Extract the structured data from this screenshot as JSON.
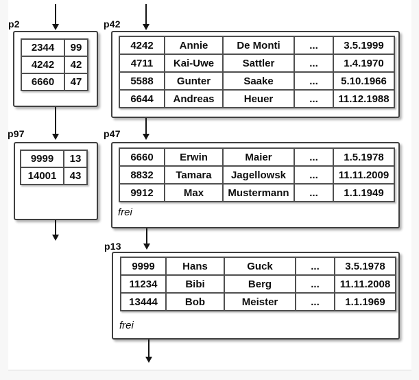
{
  "colors": {
    "canvas": "#ffffff",
    "page_margin": "#f7f7f7",
    "box_border": "#3f3f3f",
    "table_border": "#4f4f4f",
    "arrow": "#141414",
    "text": "#0e0e0e"
  },
  "pages": {
    "p2": {
      "label": "p2",
      "kind": "index-page",
      "rows": [
        [
          "2344",
          "99"
        ],
        [
          "4242",
          "42"
        ],
        [
          "6660",
          "47"
        ]
      ]
    },
    "p97": {
      "label": "p97",
      "kind": "index-page",
      "rows": [
        [
          "9999",
          "13"
        ],
        [
          "14001",
          "43"
        ]
      ]
    },
    "p42": {
      "label": "p42",
      "kind": "data-page",
      "rows": [
        [
          "4242",
          "Annie",
          "De Monti",
          "...",
          "3.5.1999"
        ],
        [
          "4711",
          "Kai-Uwe",
          "Sattler",
          "...",
          "1.4.1970"
        ],
        [
          "5588",
          "Gunter",
          "Saake",
          "...",
          "5.10.1966"
        ],
        [
          "6644",
          "Andreas",
          "Heuer",
          "...",
          "11.12.1988"
        ]
      ]
    },
    "p47": {
      "label": "p47",
      "kind": "data-page",
      "free_label": "frei",
      "rows": [
        [
          "6660",
          "Erwin",
          "Maier",
          "...",
          "1.5.1978"
        ],
        [
          "8832",
          "Tamara",
          "Jagellowsk",
          "...",
          "11.11.2009"
        ],
        [
          "9912",
          "Max",
          "Mustermann",
          "...",
          "1.1.1949"
        ]
      ]
    },
    "p13": {
      "label": "p13",
      "kind": "data-page",
      "free_label": "frei",
      "rows": [
        [
          "9999",
          "Hans",
          "Guck",
          "...",
          "3.5.1978"
        ],
        [
          "11234",
          "Bibi",
          "Berg",
          "...",
          "11.11.2008"
        ],
        [
          "13444",
          "Bob",
          "Meister",
          "...",
          "1.1.1969"
        ]
      ]
    }
  },
  "connections": [
    {
      "from": "external-top",
      "to": "p2"
    },
    {
      "from": "external-top",
      "to": "p42"
    },
    {
      "from": "p2",
      "to": "p97"
    },
    {
      "from": "p42",
      "to": "p47"
    },
    {
      "from": "p97",
      "to": "external-bottom"
    },
    {
      "from": "p47",
      "to": "p13"
    },
    {
      "from": "p13",
      "to": "external-bottom"
    }
  ]
}
